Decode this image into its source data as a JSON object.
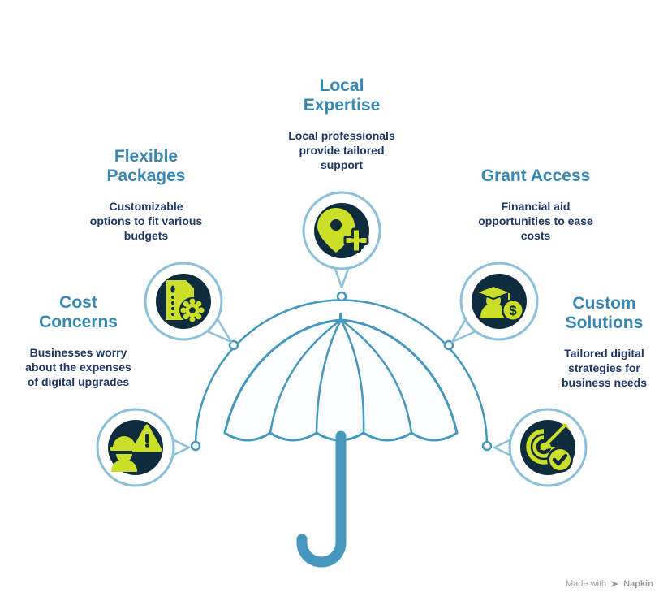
{
  "nodes": [
    {
      "id": "local-expertise",
      "title": "Local\nExpertise",
      "description": "Local professionals\nprovide tailored\nsupport",
      "icon": "location-pin-plus"
    },
    {
      "id": "flexible-packages",
      "title": "Flexible\nPackages",
      "description": "Customizable\noptions to fit various\nbudgets",
      "icon": "document-gear"
    },
    {
      "id": "grant-access",
      "title": "Grant Access",
      "description": "Financial aid\nopportunities to ease\ncosts",
      "icon": "graduate-dollar-coin"
    },
    {
      "id": "cost-concerns",
      "title": "Cost\nConcerns",
      "description": "Businesses worry\nabout the expenses\nof digital upgrades",
      "icon": "worker-warning-triangle"
    },
    {
      "id": "custom-solutions",
      "title": "Custom\nSolutions",
      "description": "Tailored digital\nstrategies for\nbusiness needs",
      "icon": "target-dart-check"
    }
  ],
  "center_illustration": "umbrella",
  "credit": {
    "prefix": "Made with",
    "brand": "Napkin",
    "icon": "napkin-pen-icon"
  },
  "palette": {
    "title_blue": "#3787B3",
    "body_navy": "#1D3667",
    "diagram_blue": "#4597BD",
    "bubble_border": "#8BC0DB",
    "bubble_disc": "#0F2B3E",
    "glyph_green": "#CBDF28",
    "umbrella_fill": "#FBFDFE",
    "credit_gray": "#9C9C9C",
    "background": "#FFFFFF"
  }
}
